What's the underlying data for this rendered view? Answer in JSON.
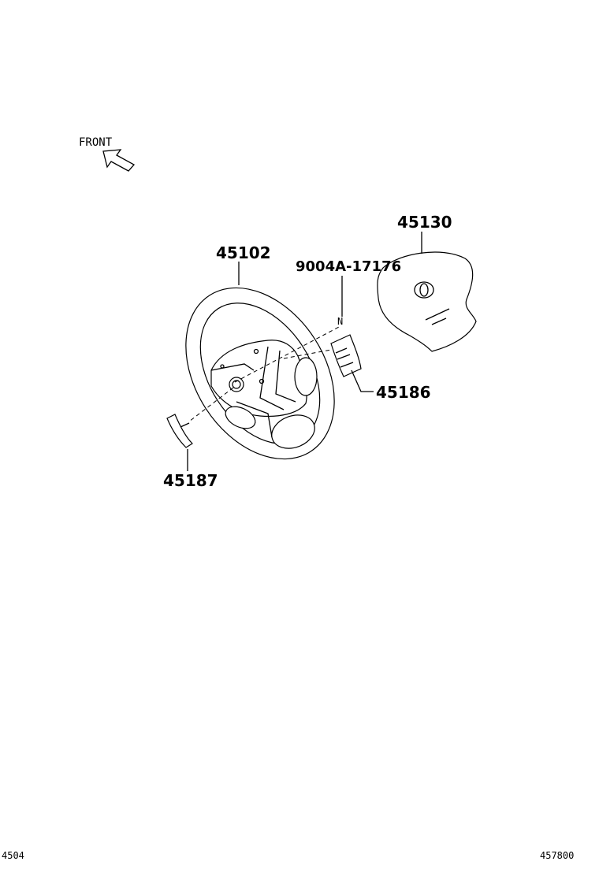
{
  "diagram": {
    "front_label": "FRONT",
    "parts": {
      "wheel": "45102",
      "pad": "45130",
      "bolt": "9004A-17176",
      "cover_right": "45186",
      "cover_left": "45187"
    },
    "bolt_marker": "N",
    "footer_left": "4504",
    "footer_right": "457800"
  }
}
